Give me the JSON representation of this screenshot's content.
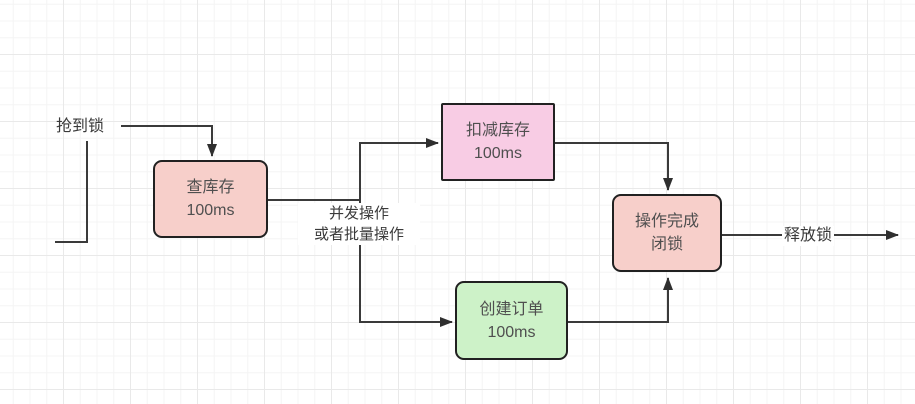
{
  "diagram": {
    "nodes": {
      "check_stock": {
        "line1": "查库存",
        "line2": "100ms",
        "fill": "#f7cfca"
      },
      "deduct_stock": {
        "line1": "扣减库存",
        "line2": "100ms",
        "fill": "#f8cce4"
      },
      "create_order": {
        "line1": "创建订单",
        "line2": "100ms",
        "fill": "#cdf2c8"
      },
      "operation_complete": {
        "line1": "操作完成",
        "line2": "闭锁",
        "fill": "#f7cfca"
      }
    },
    "edge_labels": {
      "grab_lock": "抢到锁",
      "concurrent_line1": "并发操作",
      "concurrent_line2": "或者批量操作",
      "release_lock": "释放锁"
    },
    "colors": {
      "connector": "#3a3a3a",
      "node_border": "#212121",
      "salmon_fill": "#f7cfca",
      "pink_fill": "#f8cce4",
      "green_fill": "#cdf2c8",
      "grid_minor": "#f4f4f4",
      "grid_major": "#e9e9e9",
      "background": "#ffffff"
    }
  }
}
